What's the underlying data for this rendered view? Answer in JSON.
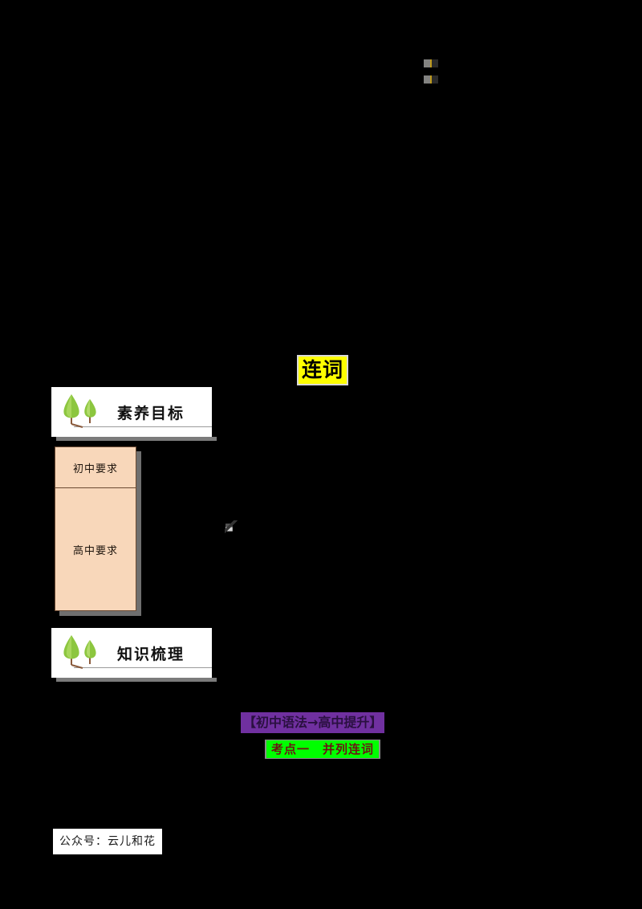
{
  "document": {
    "title": "连词",
    "page_background": "#000000"
  },
  "artifacts": {
    "top_right_marks": [
      "",
      ""
    ],
    "cursor_mark": ""
  },
  "sections": [
    {
      "id": "suyang",
      "label": "素养目标",
      "icon": "tree-icon"
    },
    {
      "id": "zhishi",
      "label": "知识梳理",
      "icon": "tree-icon"
    }
  ],
  "requirements_table": {
    "rows": [
      {
        "label": "初中要求",
        "content": ""
      },
      {
        "label": "高中要求",
        "content": ""
      }
    ],
    "fill_color": "#f8d7ba",
    "border_color": "#6b4a33"
  },
  "headings": {
    "bridge": {
      "text": "【初中语法→高中提升】",
      "highlight_color": "#7030a0",
      "text_color": "#2a1040"
    },
    "test_point": {
      "text": "考点一　并列连词",
      "highlight_color": "#00ff00",
      "text_color": "#6b1414"
    }
  },
  "title_highlight": {
    "color": "#ffff00",
    "text_color": "#000000"
  },
  "footer": {
    "watermark": "公众号：云儿和花"
  }
}
